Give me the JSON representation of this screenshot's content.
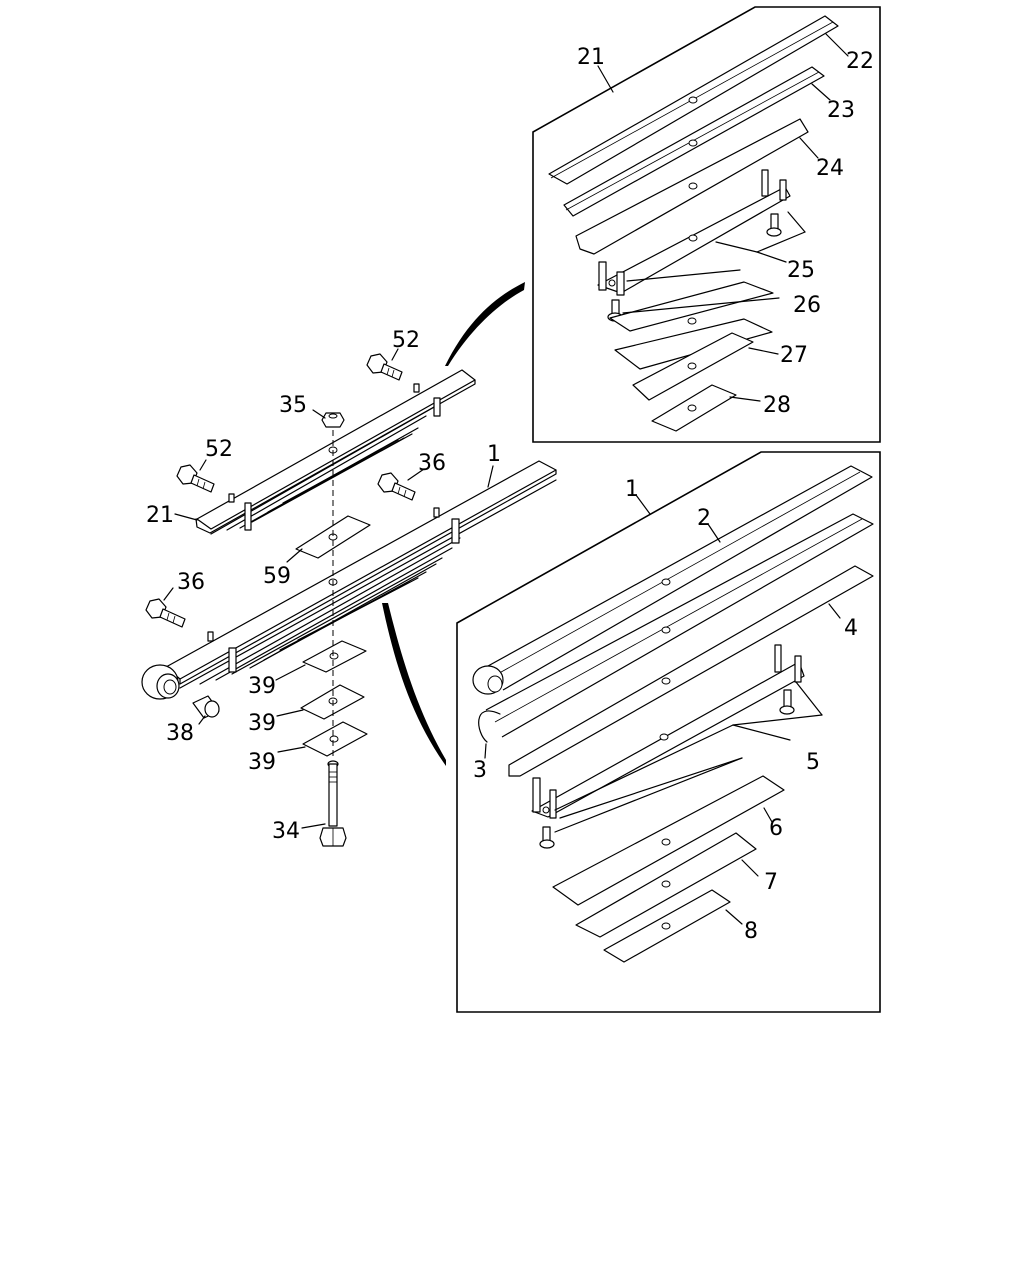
{
  "callouts": {
    "c1_main": "1",
    "c2": "2",
    "c3": "3",
    "c4": "4",
    "c5": "5",
    "c6": "6",
    "c7": "7",
    "c8": "8",
    "c1_box": "1",
    "c21_box": "21",
    "c21_main": "21",
    "c22": "22",
    "c23": "23",
    "c24": "24",
    "c25": "25",
    "c26": "26",
    "c27": "27",
    "c28": "28",
    "c34": "34",
    "c35": "35",
    "c36_a": "36",
    "c36_b": "36",
    "c38": "38",
    "c39_a": "39",
    "c39_b": "39",
    "c39_c": "39",
    "c52_a": "52",
    "c52_b": "52",
    "c59": "59"
  }
}
